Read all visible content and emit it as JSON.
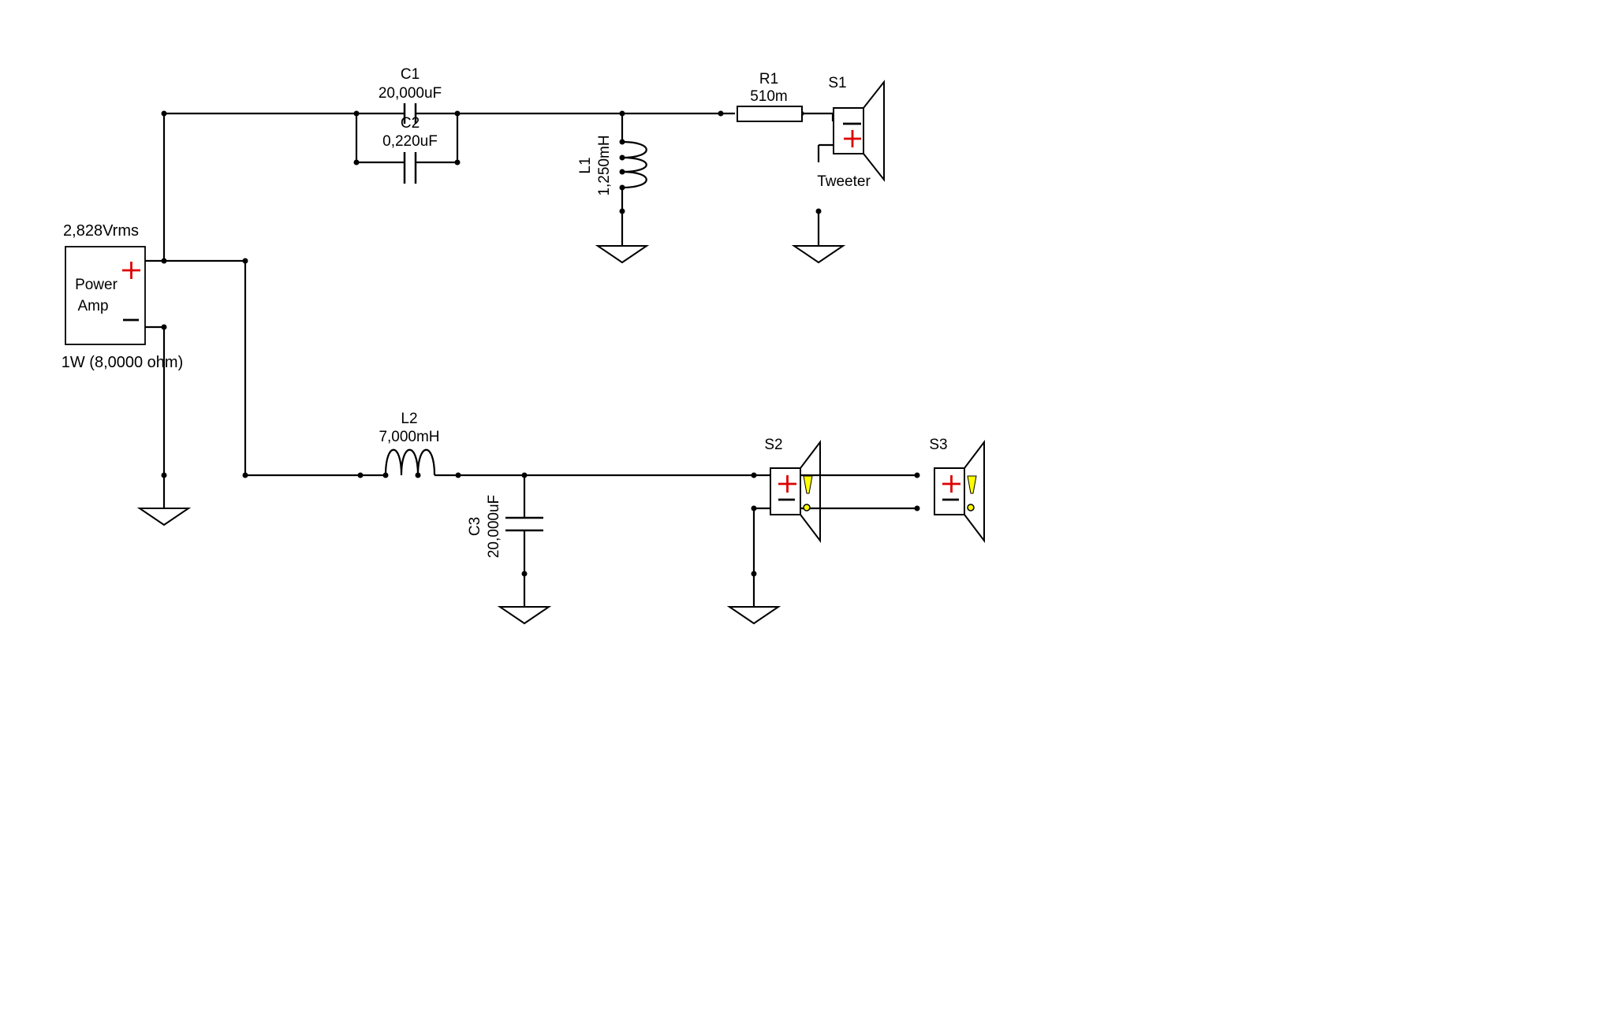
{
  "colors": {
    "wire": "#000000",
    "plus": "#dd0000",
    "minus": "#000000",
    "warning": "#ffff00",
    "background": "#ffffff"
  },
  "source": {
    "id_label": "",
    "voltage": "2,828Vrms",
    "name_line1": "Power",
    "name_line2": "Amp",
    "rating": "1W (8,0000 ohm)",
    "plus_symbol": "+",
    "minus_symbol": "—"
  },
  "components": {
    "c1": {
      "ref": "C1",
      "value": "20,000uF"
    },
    "c2": {
      "ref": "C2",
      "value": "0,220uF"
    },
    "l1": {
      "ref": "L1",
      "value": "1,250mH"
    },
    "r1": {
      "ref": "R1",
      "value": "510m"
    },
    "s1": {
      "ref": "S1",
      "type": "Tweeter"
    },
    "l2": {
      "ref": "L2",
      "value": "7,000mH"
    },
    "c3": {
      "ref": "C3",
      "value": "20,000uF"
    },
    "s2": {
      "ref": "S2"
    },
    "s3": {
      "ref": "S3"
    }
  },
  "icons": [
    "ground-icon",
    "speaker-icon",
    "inductor-icon",
    "capacitor-icon",
    "resistor-icon",
    "warning-icon"
  ]
}
